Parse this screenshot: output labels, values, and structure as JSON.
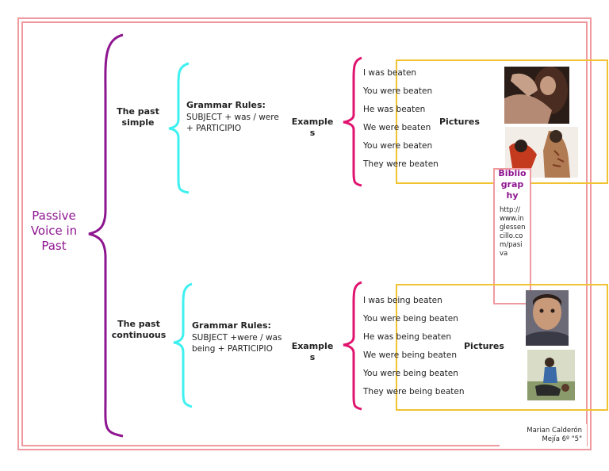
{
  "root": {
    "label": "Passive\nVoice in\nPast"
  },
  "branches": [
    {
      "label": "The past\nsimple",
      "rules_title": "Grammar Rules:",
      "rules_text": "SUBJECT + was / were\n+ PARTICIPIO",
      "examples_label": "Example\ns",
      "examples": [
        "I was beaten",
        "You were beaten",
        "He was beaten",
        "We were beaten",
        "You were beaten",
        "They were beaten"
      ],
      "pictures_label": "Pictures"
    },
    {
      "label": "The past\ncontinuous",
      "rules_title": "Grammar Rules:",
      "rules_text": "SUBJECT +were / was\nbeing + PARTICIPIO",
      "examples_label": "Example\ns",
      "examples": [
        "I was being beaten",
        "You were being beaten",
        "He was being beaten",
        "We were being beaten",
        "You were being beaten",
        "They were being beaten"
      ],
      "pictures_label": "Pictures"
    }
  ],
  "bibliography": {
    "title": "Biblio\ngrap\nhy",
    "url": "http://\nwww.in\nglessen\ncillo.co\nm/pasi\nva"
  },
  "author": "Marian Calderón\nMejía 6º \"5\"",
  "colors": {
    "root_text": "#8e1590",
    "root_brace": "#8e1590",
    "rules_brace": "#3ff0f0",
    "examples_brace": "#e0146f",
    "box_yellow": "#f1c232",
    "frame_pink": "#f09aa0"
  }
}
